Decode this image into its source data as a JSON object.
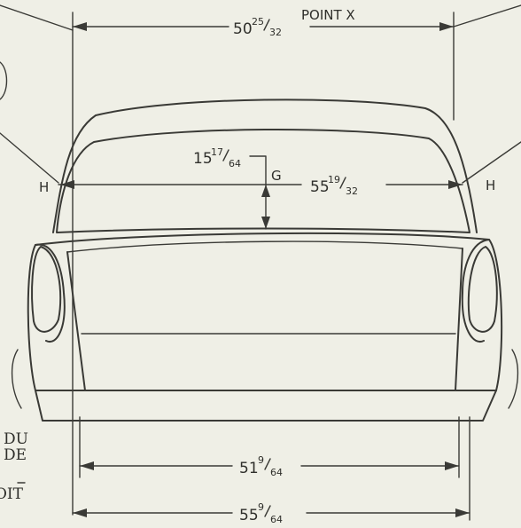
{
  "labels": {
    "top_dim_whole": "50",
    "top_dim_num": "25",
    "top_dim_den": "32",
    "point_label": "POINT X",
    "height_whole": "15",
    "height_num": "17",
    "height_den": "64",
    "g_label": "G",
    "inner_width_whole": "55",
    "inner_width_num": "19",
    "inner_width_den": "32",
    "h_left": "H",
    "h_right": "H",
    "lower_dim_whole": "51",
    "lower_dim_num": "9",
    "lower_dim_den": "64",
    "bottom_dim_whole": "55",
    "bottom_dim_num": "9",
    "bottom_dim_den": "64",
    "edge_text_1": "DU",
    "edge_text_2": "DE",
    "edge_text_3": "OIT"
  }
}
